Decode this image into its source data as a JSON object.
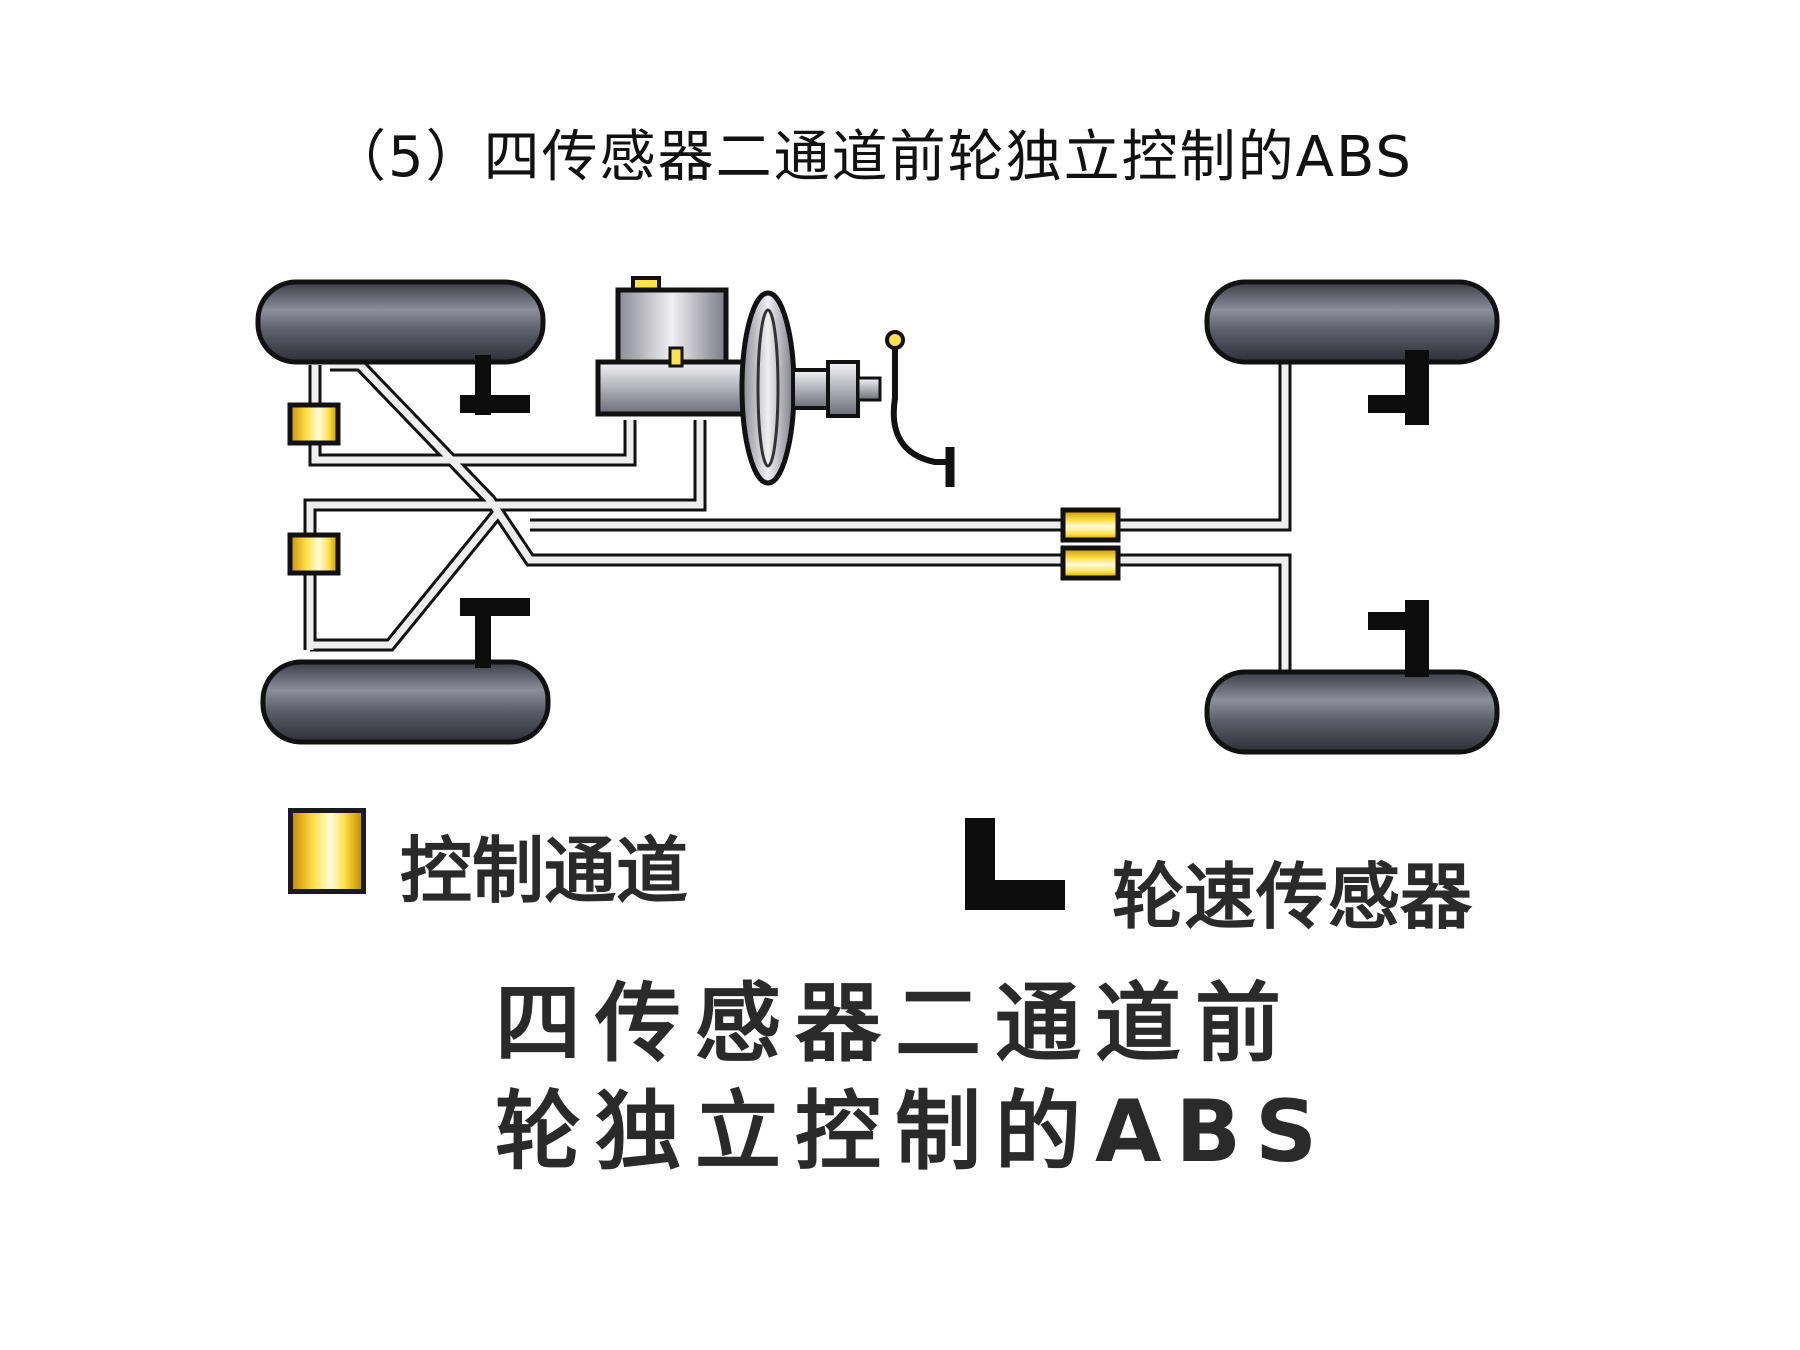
{
  "title": "（5）四传感器二通道前轮独立控制的ABS",
  "legend": {
    "channel_label": "控制通道",
    "sensor_label": "轮速传感器"
  },
  "caption": {
    "line1": "四传感器二通道前",
    "line2": "轮独立控制的ABS"
  },
  "colors": {
    "tire": "#55565f",
    "tire_dark": "#2b2b33",
    "pipe": "#e8e8e8",
    "outline": "#111111",
    "channel": "#ffd700",
    "sensor": "#0c0c0c"
  }
}
